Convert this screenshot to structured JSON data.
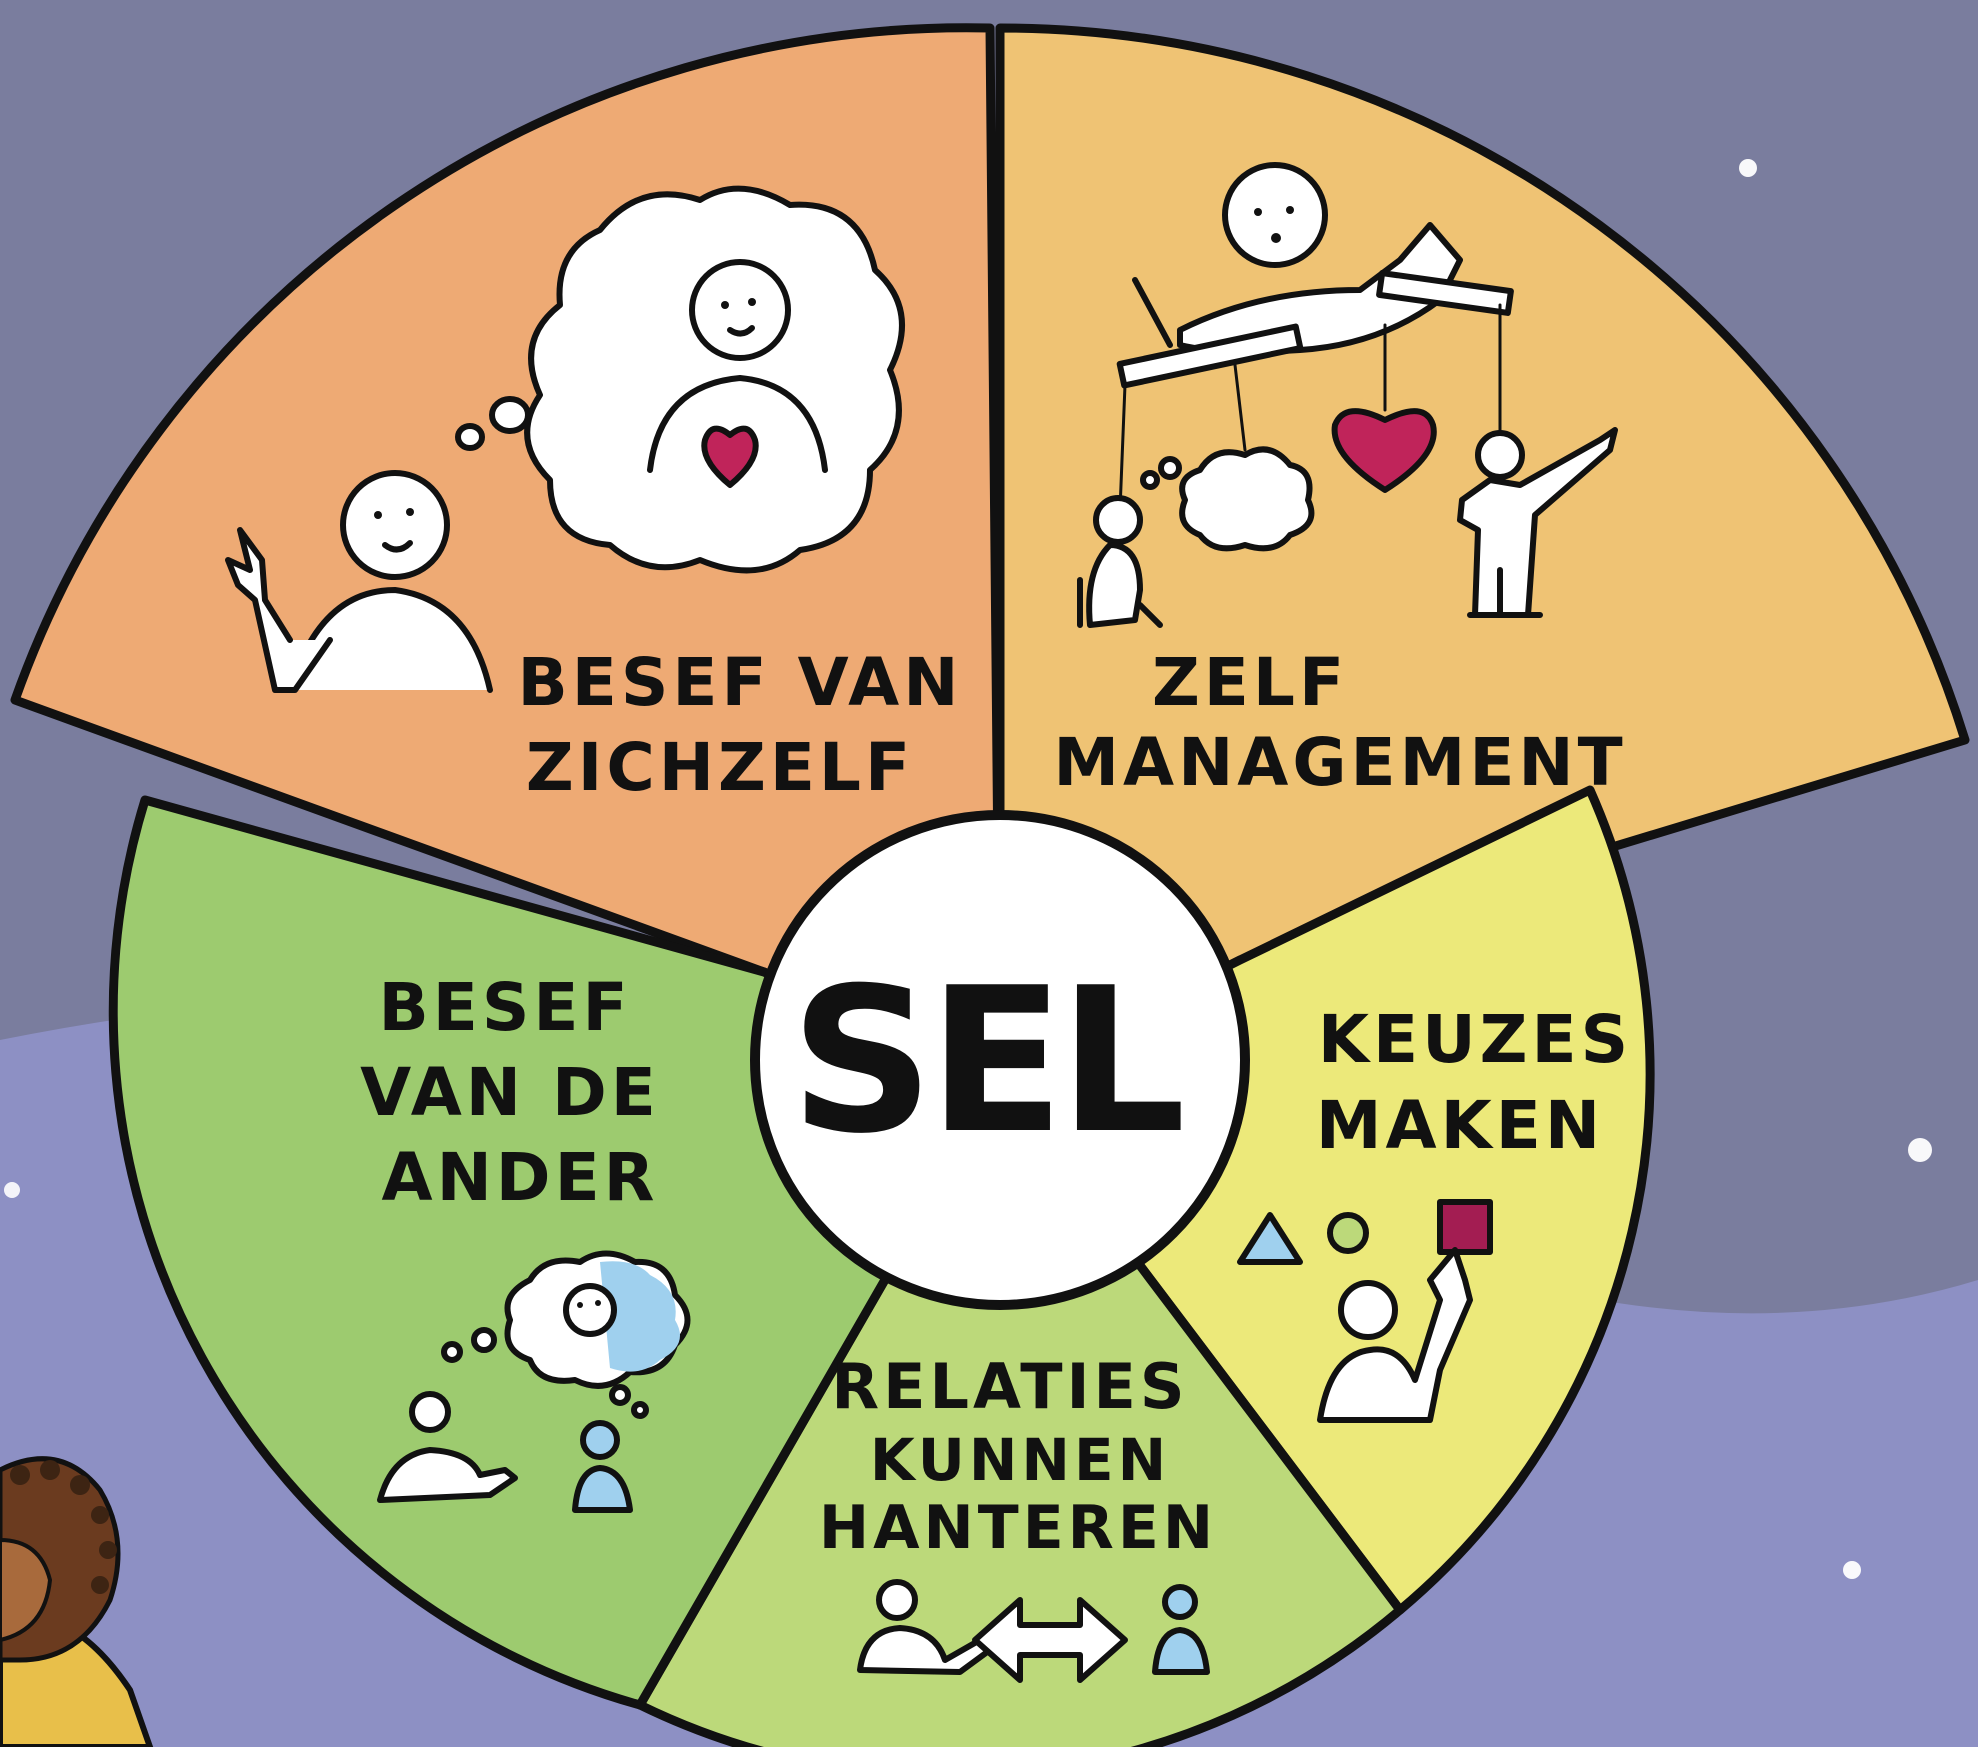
{
  "colors": {
    "sky": "#7a7d9e",
    "ground": "#8d90c4",
    "outline": "#111111",
    "self_awareness": "#eeaa74",
    "self_management": "#efc374",
    "decisions": "#ece97a",
    "relationships": "#bcd97a",
    "social_awareness": "#9dcb6f",
    "center": "#ffffff",
    "heart": "#c0245a",
    "square": "#a31d52",
    "accent_blue": "#9fd0ee"
  },
  "center": {
    "text": "SEL"
  },
  "segments": [
    {
      "id": "self-awareness",
      "lines": [
        "BESEF VAN",
        "ZICHZELF"
      ],
      "icons": [
        "thinking-person-icon",
        "thought-cloud-icon",
        "heart-icon"
      ]
    },
    {
      "id": "self-management",
      "lines": [
        "ZELF",
        "MANAGEMENT"
      ],
      "icons": [
        "puppeteer-icon",
        "cloud-icon",
        "heart-icon",
        "pointing-person-icon",
        "sitting-person-icon"
      ]
    },
    {
      "id": "decisions",
      "lines": [
        "KEUZES",
        "MAKEN"
      ],
      "icons": [
        "triangle-icon",
        "circle-icon",
        "square-icon",
        "reaching-person-icon"
      ]
    },
    {
      "id": "relationships",
      "lines": [
        "RELATIES",
        "KUNNEN",
        "HANTEREN"
      ],
      "icons": [
        "person-icon",
        "double-arrow-icon",
        "person-icon"
      ]
    },
    {
      "id": "social-awareness",
      "lines": [
        "BESEF",
        "VAN DE",
        "ANDER"
      ],
      "icons": [
        "thought-cloud-icon",
        "person-icon",
        "person-icon"
      ]
    }
  ]
}
